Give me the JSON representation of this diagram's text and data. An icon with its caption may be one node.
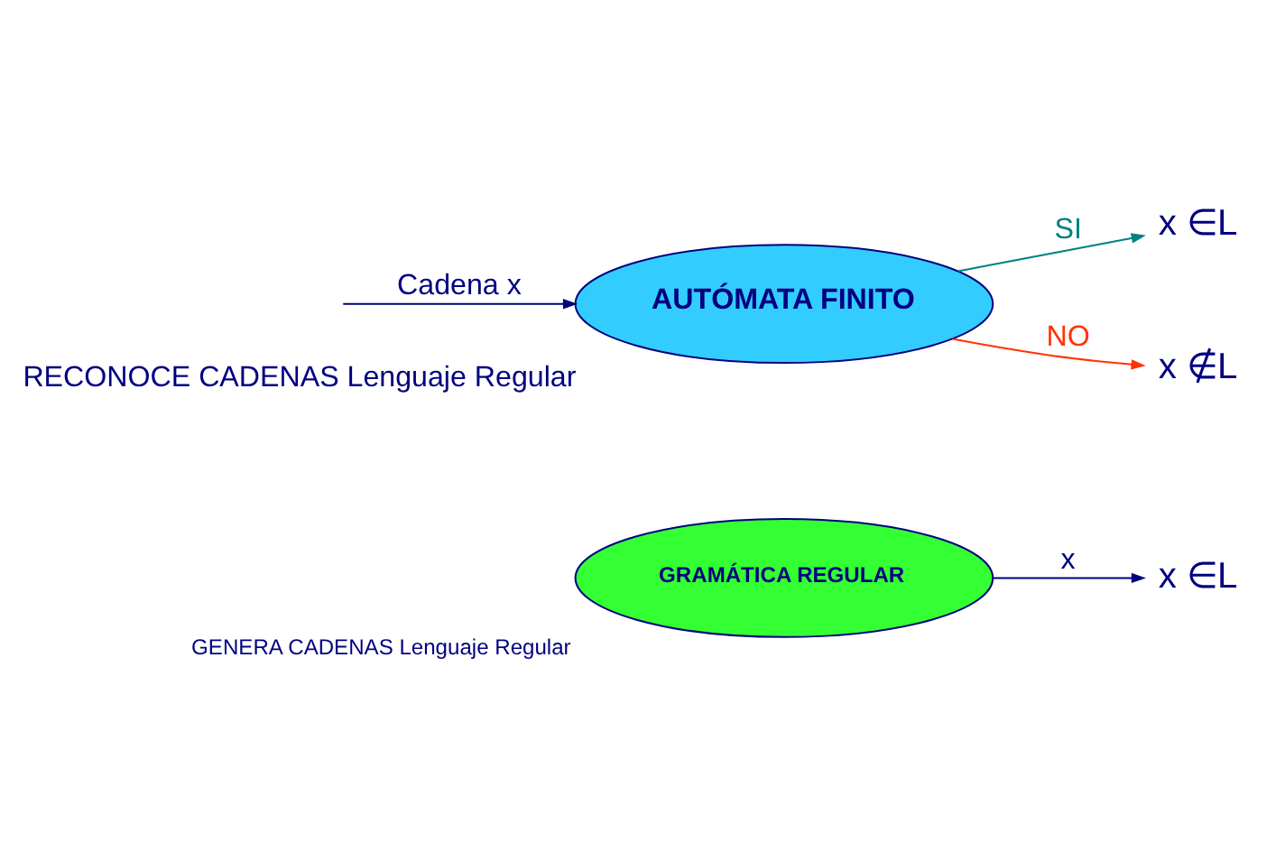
{
  "diagram": {
    "nodes": [
      {
        "text": [
          "AUTÓMATA FINITO"
        ],
        "beside": [
          "RECONOCE CADENAS Lenguaje Regular"
        ]
      },
      {
        "text": [
          "x ∈L"
        ]
      },
      {
        "text": [
          "x ∉L"
        ]
      },
      {
        "text": [
          "GRAMÁTICA REGULAR"
        ],
        "beside": [
          "GENERA CADENAS Lenguaje Regular"
        ]
      },
      {
        "text": [
          "x ∈L"
        ]
      }
    ],
    "edges": [
      {
        "from": null,
        "to": 0,
        "arrow": "to",
        "label": "Cadena x"
      },
      {
        "from": 0,
        "to": 1,
        "arrow": "to",
        "label": "SI",
        "color": "#008080"
      },
      {
        "from": 0,
        "to": 2,
        "arrow": "to",
        "label": "NO",
        "color": "#ff3300"
      },
      {
        "from": 3,
        "to": 4,
        "arrow": "to",
        "label": "x"
      }
    ]
  }
}
